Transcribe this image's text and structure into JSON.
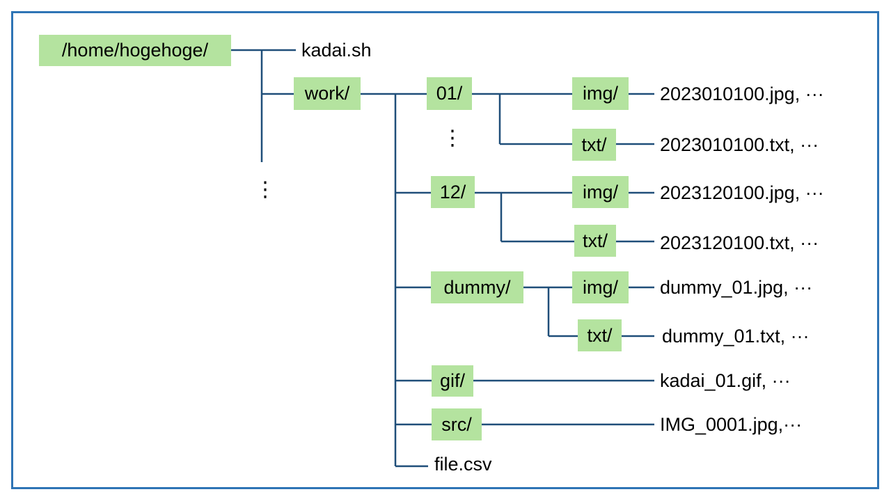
{
  "colors": {
    "frame": "#2e74b5",
    "line": "#1f4e79",
    "folder_fill": "#b4e39f"
  },
  "nodes": {
    "root": "/home/hogehoge/",
    "kadai_sh": "kadai.sh",
    "work": "work/",
    "d01": "01/",
    "d01_img": "img/",
    "d01_img_files": "2023010100.jpg, ···",
    "d01_txt": "txt/",
    "d01_txt_files": "2023010100.txt, ···",
    "d12": "12/",
    "d12_img": "img/",
    "d12_img_files": "2023120100.jpg, ···",
    "d12_txt": "txt/",
    "d12_txt_files": "2023120100.txt, ···",
    "dummy": "dummy/",
    "dummy_img": "img/",
    "dummy_img_files": "dummy_01.jpg, ···",
    "dummy_txt": "txt/",
    "dummy_txt_files": "dummy_01.txt, ···",
    "gif": "gif/",
    "gif_files": "kadai_01.gif, ···",
    "src": "src/",
    "src_files": "IMG_0001.jpg,···",
    "file_csv": "file.csv",
    "ellipsis_root": "⋮",
    "ellipsis_months": "⋮"
  }
}
